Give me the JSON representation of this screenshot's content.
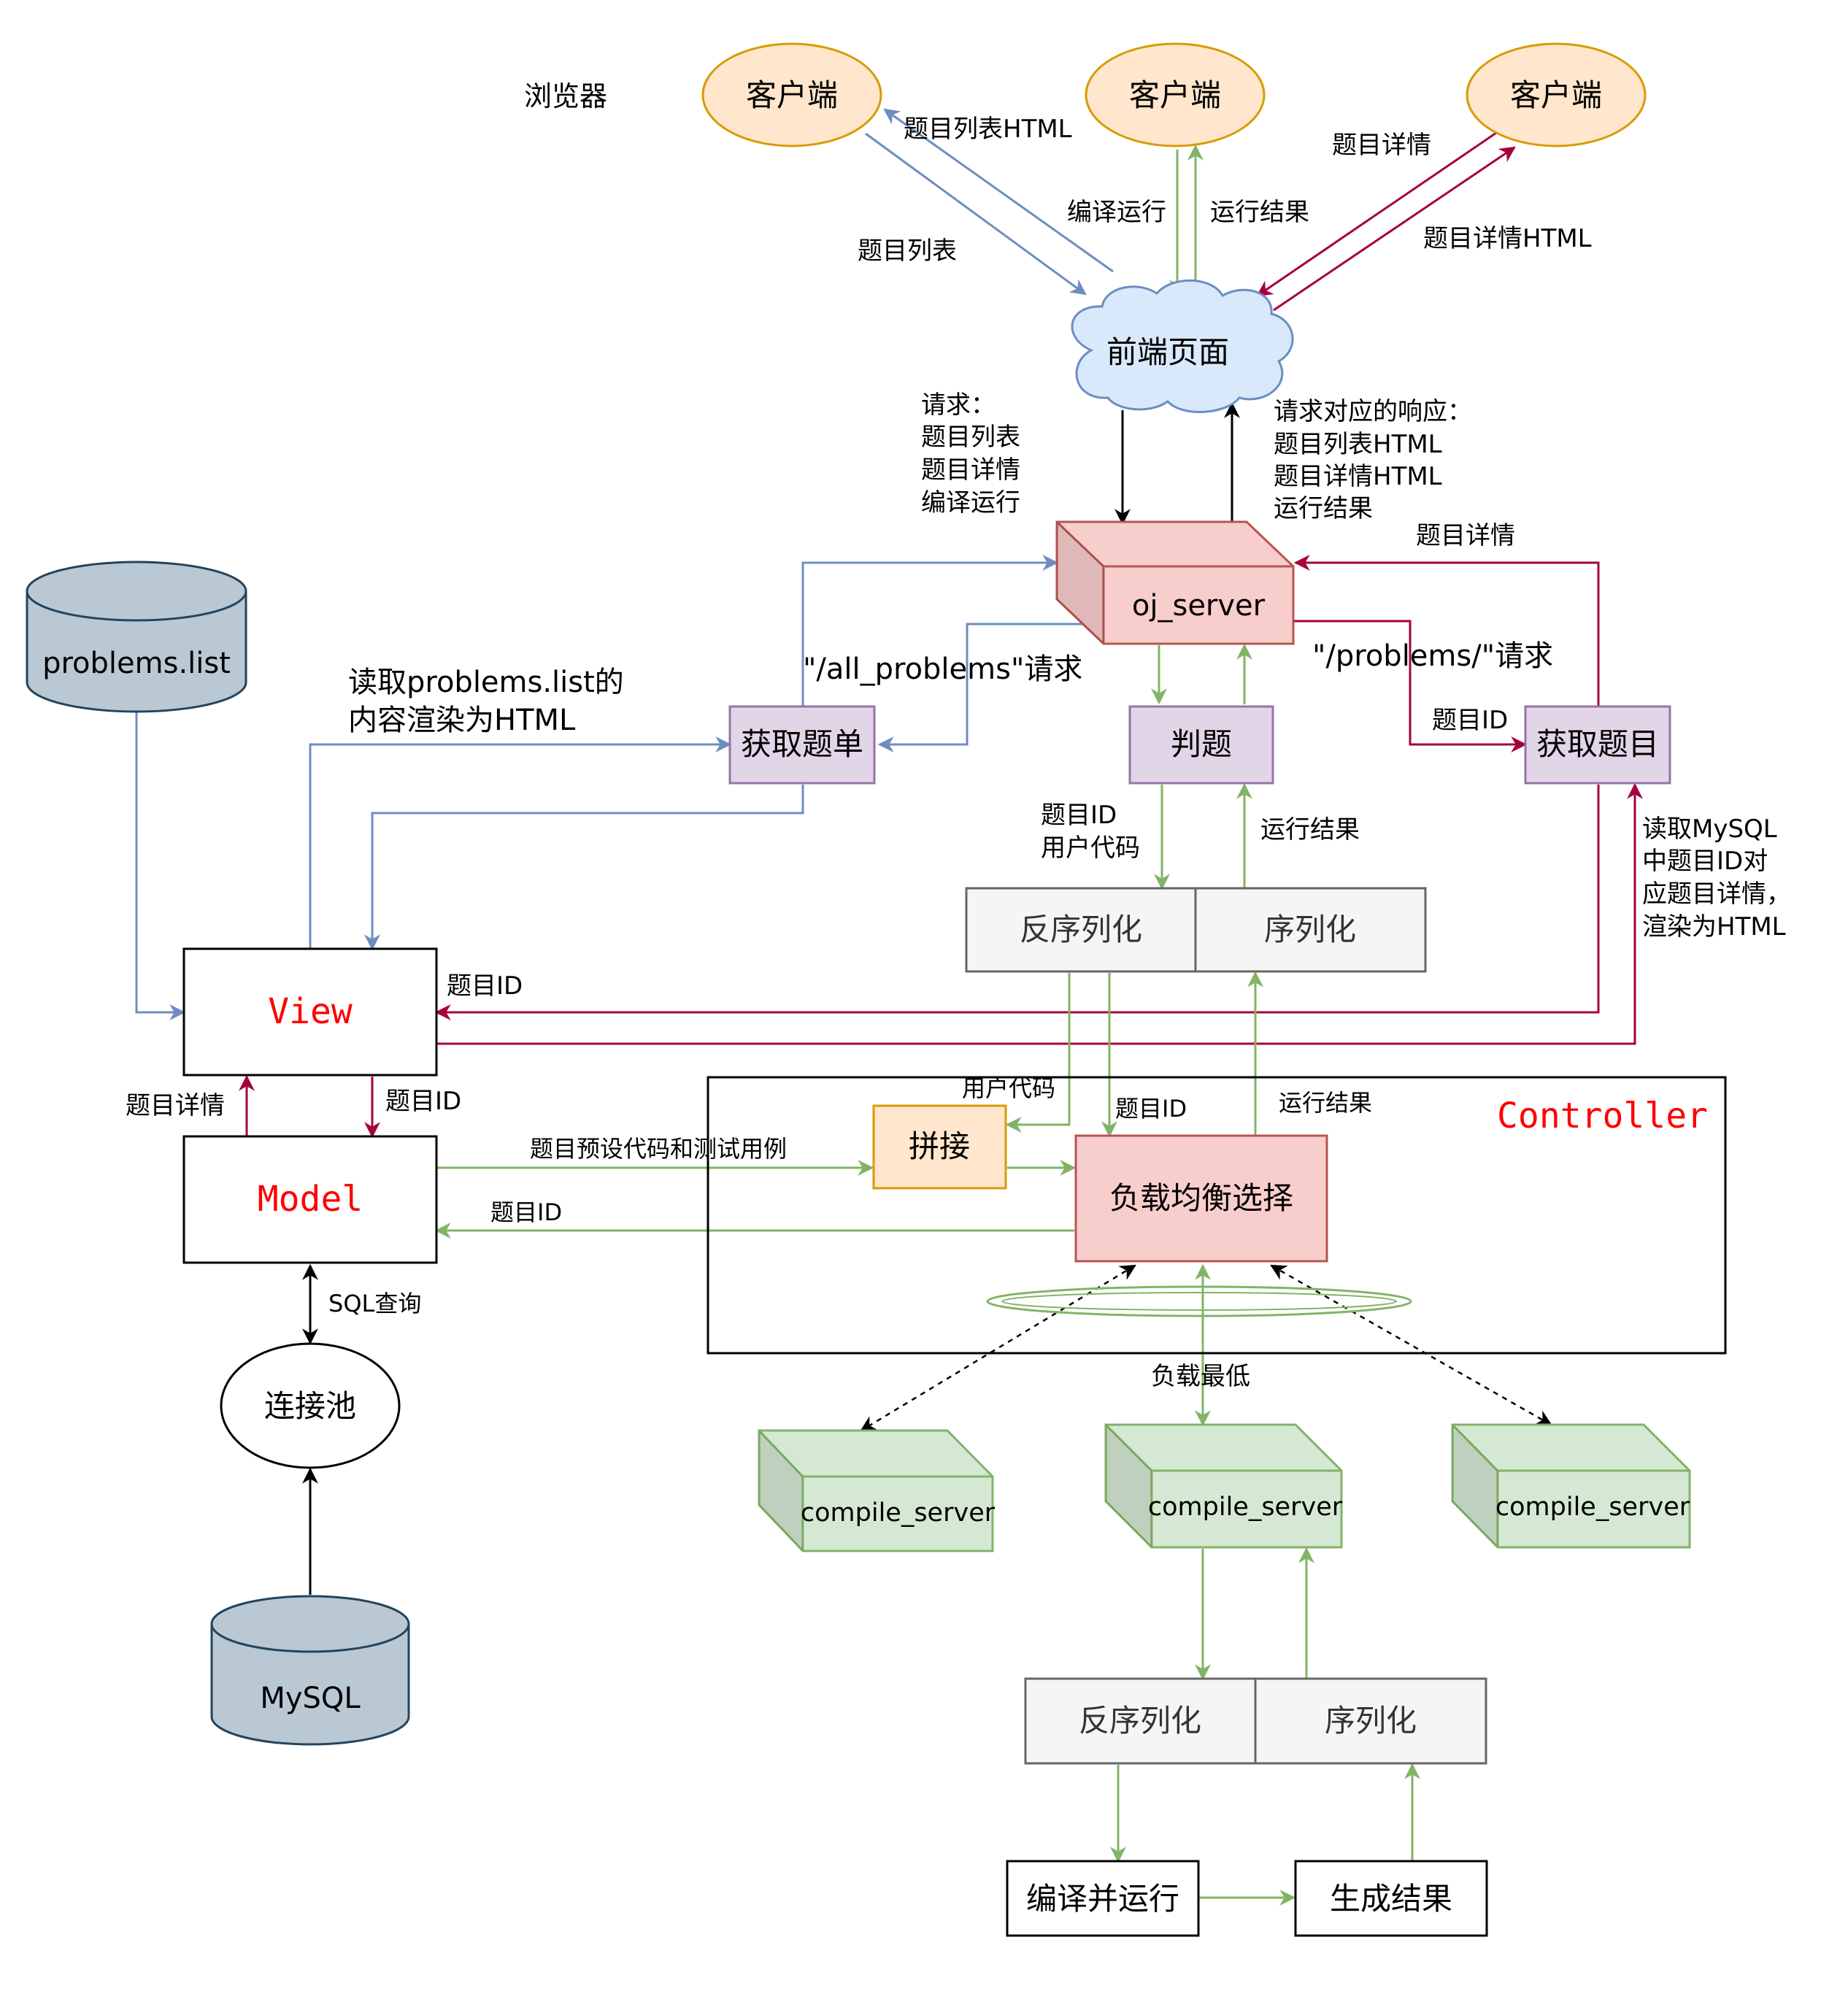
{
  "labels": {
    "browser": "浏览器",
    "client1": "客户端",
    "client2": "客户端",
    "client3": "客户端",
    "frontend": "前端页面",
    "oj_server": "oj_server",
    "get_list": "获取题单",
    "judge": "判题",
    "get_problem": "获取题目",
    "deserialize1": "反序列化",
    "serialize1": "序列化",
    "view": "View",
    "model": "Model",
    "controller": "Controller",
    "splice": "拼接",
    "load_balance": "负载均衡选择",
    "conn_pool": "连接池",
    "problems_list": "problems.list",
    "mysql": "MySQL",
    "compile1": "compile_server",
    "compile2": "compile_server",
    "compile3": "compile_server",
    "deserialize2": "反序列化",
    "serialize2": "序列化",
    "compile_run": "编译并运行",
    "gen_result": "生成结果"
  },
  "edge_labels": {
    "list_html": "题目列表HTML",
    "list": "题目列表",
    "compile_run": "编译运行",
    "run_result_top": "运行结果",
    "detail_top": "题目详情",
    "detail_html_top": "题目详情HTML",
    "request_1": "请求：",
    "request_2": "题目列表",
    "request_3": "题目详情",
    "request_4": "编译运行",
    "response_1": "请求对应的响应：",
    "response_2": "题目列表HTML",
    "response_3": "题目详情HTML",
    "response_4": "运行结果",
    "detail_right": "题目详情",
    "all_problems": "\"/all_problems\"请求",
    "problems_req": "\"/problems/\"请求",
    "problem_id_small": "题目ID",
    "read_list_1": "读取problems.list的",
    "read_list_2": "内容渲染为HTML",
    "judge_in_1": "题目ID",
    "judge_in_2": "用户代码",
    "judge_out": "运行结果",
    "mysql_read_1": "读取MySQL",
    "mysql_read_2": "中题目ID对",
    "mysql_read_3": "应题目详情，",
    "mysql_read_4": "渲染为HTML",
    "view_id": "题目ID",
    "model_detail": "题目详情",
    "model_id": "题目ID",
    "user_code": "用户代码",
    "lb_id": "题目ID",
    "lb_result": "运行结果",
    "preset_code": "题目预设代码和测试用例",
    "model_in_id": "题目ID",
    "sql_query": "SQL查询",
    "lowest_load": "负载最低"
  },
  "colors": {
    "client_fill": "#ffe6cc",
    "client_stroke": "#d79b00",
    "cloud_fill": "#dae8fc",
    "cloud_stroke": "#6c8ebf",
    "red_fill": "#f8cecc",
    "red_stroke": "#b85450",
    "purple_fill": "#e1d5e7",
    "purple_stroke": "#9673a6",
    "green_fill": "#d5e8d4",
    "green_stroke": "#82b366",
    "gray_fill": "#f5f5f5",
    "gray_stroke": "#666666",
    "db_fill": "#bac8d3",
    "db_stroke": "#23445d",
    "blue_edge": "#6c8ebf",
    "green_edge": "#82b366",
    "crimson_edge": "#a50040",
    "black_edge": "#000000",
    "mvc_text": "#ff0000"
  }
}
